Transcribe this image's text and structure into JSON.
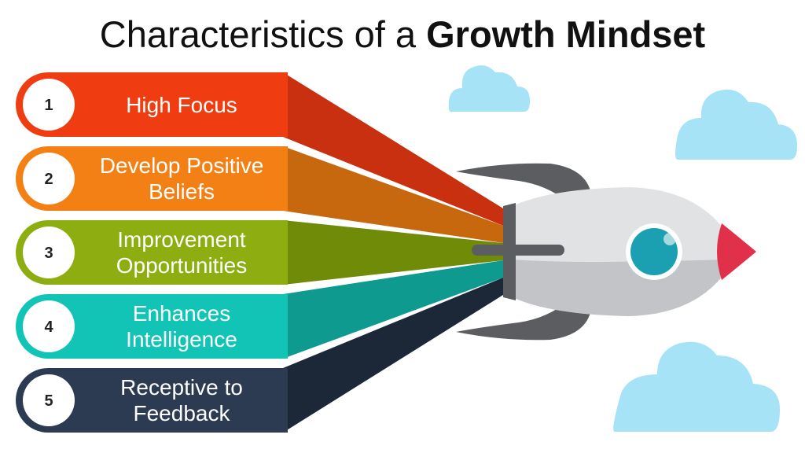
{
  "title": {
    "plain": "Characteristics of a ",
    "bold": "Growth Mindset"
  },
  "items": [
    {
      "number": "1",
      "lines": [
        "High Focus"
      ],
      "color": "#f03c11",
      "shade": "#c8300f"
    },
    {
      "number": "2",
      "lines": [
        "Develop Positive",
        "Beliefs"
      ],
      "color": "#f38014",
      "shade": "#c7680f"
    },
    {
      "number": "3",
      "lines": [
        "Improvement",
        "Opportunities"
      ],
      "color": "#8dad10",
      "shade": "#6f8b08"
    },
    {
      "number": "4",
      "lines": [
        "Enhances",
        "Intelligence"
      ],
      "color": "#11c4b6",
      "shade": "#0e9a8f"
    },
    {
      "number": "5",
      "lines": [
        "Receptive to",
        "Feedback"
      ],
      "color": "#2c3b52",
      "shade": "#1c2838"
    }
  ],
  "colors": {
    "rocket_body": "#e1e2e4",
    "rocket_shadow": "#c2c4c7",
    "fin": "#5c5d60",
    "nose": "#e0304a",
    "window": "#1aa0b0",
    "cloud": "#a7e3f7"
  },
  "icons": [
    "rocket-icon",
    "cloud-icon"
  ]
}
